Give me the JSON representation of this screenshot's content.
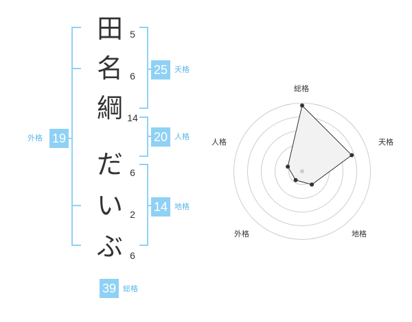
{
  "name_chars": [
    "田",
    "名",
    "綱",
    "だ",
    "い",
    "ぶ"
  ],
  "strokes": [
    "5",
    "6",
    "14",
    "6",
    "2",
    "6"
  ],
  "tenkaku": {
    "value": "25",
    "label": "天格"
  },
  "jinkaku": {
    "value": "20",
    "label": "人格"
  },
  "chikaku": {
    "value": "14",
    "label": "地格"
  },
  "gaikaku": {
    "value": "19",
    "label": "外格"
  },
  "soukaku": {
    "value": "39",
    "label": "総格"
  },
  "bracket_color": "#8fd1f5",
  "chart_data": {
    "type": "radar",
    "axes": [
      "総格",
      "天格",
      "地格",
      "外格",
      "人格"
    ],
    "values": [
      4.8,
      3.8,
      1.2,
      0.8,
      1.1
    ],
    "rmax": 5,
    "rings": 5
  }
}
